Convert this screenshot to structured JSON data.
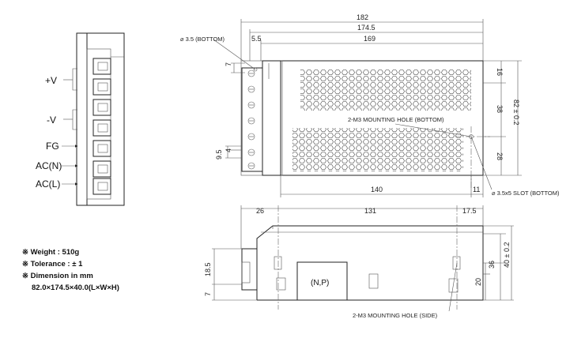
{
  "terminals": [
    "+V",
    "-V",
    "FG",
    "AC(N)",
    "AC(L)"
  ],
  "dims": {
    "d182": "182",
    "d1745": "174.5",
    "d55": "5.5",
    "d169": "169",
    "d16": "16",
    "d38": "38",
    "d28": "28",
    "d82": "82 ± 0.2",
    "d140": "140",
    "d11": "11",
    "d7top": "7",
    "d95": "9.5",
    "d4": "4",
    "d26": "26",
    "d131": "131",
    "d175": "17.5",
    "d185": "18.5",
    "d7side": "7",
    "d20": "20",
    "d36": "36",
    "d40": "40 ± 0.2"
  },
  "notes": {
    "hole_bottom": "⌀ 3.5 (BOTTOM)",
    "m3_bottom": "2-M3 MOUNTING HOLE (BOTTOM)",
    "slot_bottom": "⌀ 3.5x5 SLOT (BOTTOM)",
    "m3_side": "2-M3 MOUNTING HOLE (SIDE)",
    "np": "(N,P)"
  },
  "specs": {
    "weight": "※ Weight : 510g",
    "tolerance": "※ Tolerance : ± 1",
    "dimension": "※ Dimension in mm",
    "size": "82.0×174.5×40.0(L×W×H)"
  }
}
